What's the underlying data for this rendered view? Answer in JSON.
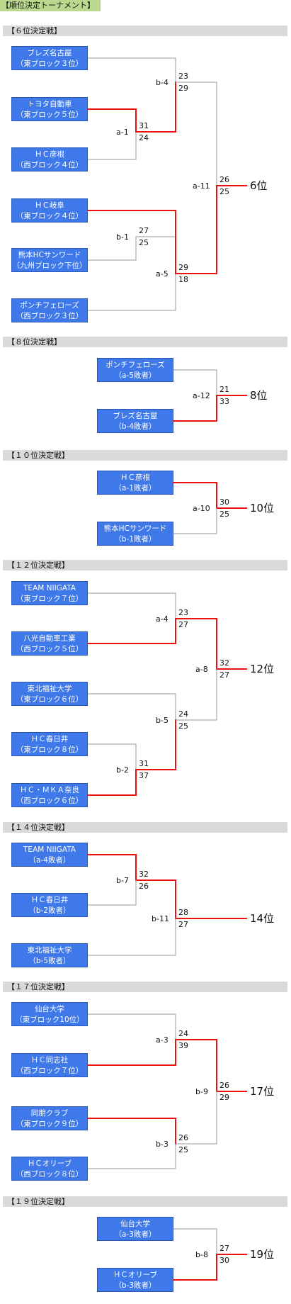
{
  "title": "【順位決定トーナメント】",
  "sections": [
    {
      "header": "【６位決定戦】",
      "teams": [
        [
          "ブレズ名古屋",
          "（東ブロック３位）"
        ],
        [
          "トヨタ自動車",
          "（東ブロック５位）"
        ],
        [
          "ＨＣ彦根",
          "（西ブロック４位）"
        ],
        [
          "ＨＣ岐阜",
          "（東ブロック４位）"
        ],
        [
          "熊本HCサンワード",
          "（九州ブロック下位）"
        ],
        [
          "ポンチフェローズ",
          "（西ブロック３位）"
        ]
      ],
      "matches": [
        {
          "id": "a-1",
          "scores": [
            "31",
            "24"
          ]
        },
        {
          "id": "b-4",
          "scores": [
            "23",
            "29"
          ]
        },
        {
          "id": "b-1",
          "scores": [
            "27",
            "25"
          ]
        },
        {
          "id": "a-5",
          "scores": [
            "29",
            "18"
          ]
        },
        {
          "id": "a-11",
          "scores": [
            "26",
            "25"
          ]
        }
      ],
      "result": "6位"
    },
    {
      "header": "【８位決定戦】",
      "teams": [
        [
          "ポンチフェローズ",
          "（a-5敗者）"
        ],
        [
          "ブレズ名古屋",
          "（b-4敗者）"
        ]
      ],
      "matches": [
        {
          "id": "a-12",
          "scores": [
            "21",
            "33"
          ]
        }
      ],
      "result": "8位"
    },
    {
      "header": "【１０位決定戦】",
      "teams": [
        [
          "ＨＣ彦根",
          "（a-1敗者）"
        ],
        [
          "熊本HCサンワード",
          "（b-1敗者）"
        ]
      ],
      "matches": [
        {
          "id": "a-10",
          "scores": [
            "30",
            "25"
          ]
        }
      ],
      "result": "10位"
    },
    {
      "header": "【１２位決定戦】",
      "teams": [
        [
          "TEAM NIIGATA",
          "（東ブロック７位）"
        ],
        [
          "八光自動車工業",
          "（西ブロック５位）"
        ],
        [
          "東北福祉大学",
          "（東ブロック６位）"
        ],
        [
          "ＨＣ春日井",
          "（東ブロック８位）"
        ],
        [
          "ＨＣ・ＭＫＡ奈良",
          "（西ブロック６位）"
        ]
      ],
      "matches": [
        {
          "id": "a-4",
          "scores": [
            "23",
            "27"
          ]
        },
        {
          "id": "b-2",
          "scores": [
            "31",
            "37"
          ]
        },
        {
          "id": "b-5",
          "scores": [
            "24",
            "25"
          ]
        },
        {
          "id": "a-8",
          "scores": [
            "32",
            "27"
          ]
        }
      ],
      "result": "12位"
    },
    {
      "header": "【１４位決定戦】",
      "teams": [
        [
          "TEAM NIIGATA",
          "（a-4敗者）"
        ],
        [
          "ＨＣ春日井",
          "（b-2敗者）"
        ],
        [
          "東北福祉大学",
          "（b-5敗者）"
        ]
      ],
      "matches": [
        {
          "id": "b-7",
          "scores": [
            "32",
            "26"
          ]
        },
        {
          "id": "b-11",
          "scores": [
            "28",
            "27"
          ]
        }
      ],
      "result": "14位"
    },
    {
      "header": "【１７位決定戦】",
      "teams": [
        [
          "仙台大学",
          "（東ブロック10位）"
        ],
        [
          "ＨＣ同志社",
          "（西ブロック７位）"
        ],
        [
          "同朋クラブ",
          "（東ブロック９位）"
        ],
        [
          "ＨＣオリーブ",
          "（西ブロック８位）"
        ]
      ],
      "matches": [
        {
          "id": "a-3",
          "scores": [
            "24",
            "39"
          ]
        },
        {
          "id": "b-3",
          "scores": [
            "26",
            "25"
          ]
        },
        {
          "id": "b-9",
          "scores": [
            "26",
            "29"
          ]
        }
      ],
      "result": "17位"
    },
    {
      "header": "【１９位決定戦】",
      "teams": [
        [
          "仙台大学",
          "（a-3敗者）"
        ],
        [
          "ＨＣオリーブ",
          "（b-3敗者）"
        ]
      ],
      "matches": [
        {
          "id": "b-8",
          "scores": [
            "27",
            "30"
          ]
        }
      ],
      "result": "19位"
    }
  ]
}
